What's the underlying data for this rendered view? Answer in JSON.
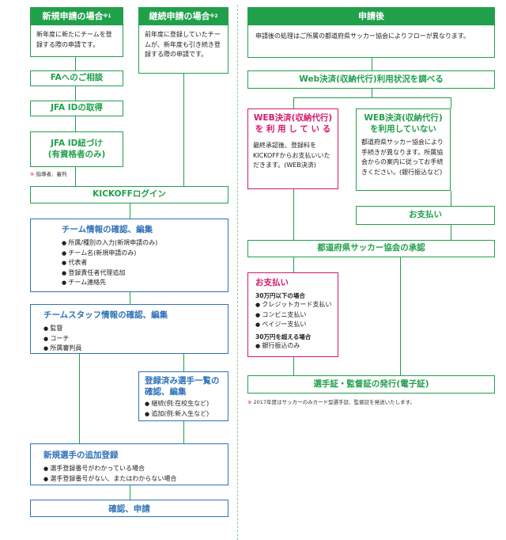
{
  "left": {
    "new_app": {
      "title": "新規申請の場合",
      "sup": "※1",
      "desc": "新年度に新たにチームを登録する際の申請です。"
    },
    "cont_app": {
      "title": "継続申請の場合",
      "sup": "※2",
      "desc": "前年度に登録していたチームが、新年度も引き続き登録する際の申請です。"
    },
    "fa_consult": "FAへのご相談",
    "jfa_id": "JFA IDの取得",
    "jfa_link_line1": "JFA ID紐づけ",
    "jfa_link_line2": "(有資格者のみ)",
    "note1": "指導者、審判",
    "kickoff": "KICKOFFログイン",
    "team_info": {
      "title": "チーム情報の確認、編集",
      "items": [
        "所属/種別の入力(新規申請のみ)",
        "チーム名(新規申請のみ)",
        "代表者",
        "登録責任者代理追加",
        "チーム連絡先"
      ]
    },
    "staff": {
      "title": "チームスタッフ情報の確認、編集",
      "items": [
        "監督",
        "コーチ",
        "所属審判員"
      ]
    },
    "registered": {
      "title_line1": "登録済み選手一覧の",
      "title_line2": "確認、編集",
      "items": [
        "継続(例:在校生など)",
        "追加(例:新入生など)"
      ]
    },
    "new_players": {
      "title": "新規選手の追加登録",
      "items": [
        "選手登録番号がわかっている場合",
        "選手登録番号がない、またはわからない場合"
      ]
    },
    "confirm": "確認、申請"
  },
  "right": {
    "after": {
      "title": "申請後",
      "desc": "申請後の処理はご所属の都道府県サッカー協会によりフローが異なります。"
    },
    "web_check": "Web決済(収納代行)利用状況を調べる",
    "using": {
      "title_line1": "WEB決済(収納代行)",
      "title_line2": "を 利 用 し て い る",
      "desc": "最終承認後、登録料をKICKOFFからお支払いいただきます。(WEB決済)"
    },
    "not_using": {
      "title_line1": "WEB決済(収納代行)",
      "title_line2": "を利用していない",
      "desc": "都道府県サッカー協会により手続きが異なります。所属協会からの案内に従ってお手続きください。(銀行振込など)"
    },
    "payment_right": "お支払い",
    "approval": "都道府県サッカー協会の承認",
    "payment_box": {
      "title": "お支払い",
      "under_label": "30万円以下の場合",
      "under_items": [
        "クレジットカード支払い",
        "コンビニ支払い",
        "ペイジー支払い"
      ],
      "over_label": "30万円を超える場合",
      "over_items": [
        "銀行振込のみ"
      ]
    },
    "issue": "選手証・監督証の発行(電子証)",
    "note2": "2017年度はサッカーのみカード型選手証、監督証を発送いたします。"
  },
  "colors": {
    "green": "#21a04b",
    "blue": "#2f72b8",
    "pink": "#d6186f"
  }
}
